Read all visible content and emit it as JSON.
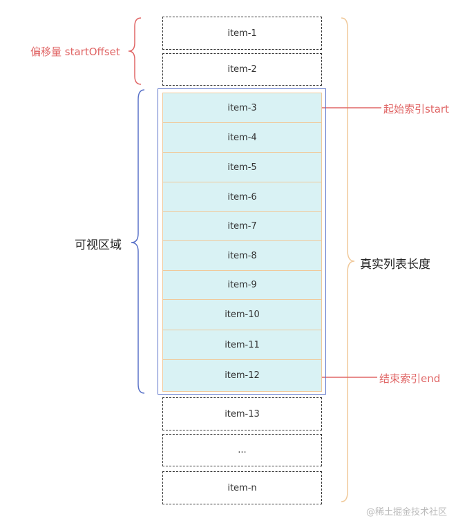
{
  "items": [
    {
      "label": "item-1",
      "style": "dashed"
    },
    {
      "label": "item-2",
      "style": "dashed"
    },
    {
      "label": "item-3",
      "style": "visible"
    },
    {
      "label": "item-4",
      "style": "visible"
    },
    {
      "label": "item-5",
      "style": "visible"
    },
    {
      "label": "item-6",
      "style": "visible"
    },
    {
      "label": "item-7",
      "style": "visible"
    },
    {
      "label": "item-8",
      "style": "visible"
    },
    {
      "label": "item-9",
      "style": "visible"
    },
    {
      "label": "item-10",
      "style": "visible"
    },
    {
      "label": "item-11",
      "style": "visible"
    },
    {
      "label": "item-12",
      "style": "visible"
    },
    {
      "label": "item-13",
      "style": "dashed"
    },
    {
      "label": "...",
      "style": "dashed"
    },
    {
      "label": "item-n",
      "style": "dashed"
    }
  ],
  "labels": {
    "offset": "偏移量 startOffset",
    "viewport": "可视区域",
    "total_length": "真实列表长度",
    "start_index": "起始索引start",
    "end_index": "结束索引end"
  },
  "watermark": "@稀土掘金技术社区",
  "colors": {
    "annotation_red": "#e06666",
    "viewport_blue": "#5a72c8",
    "total_orange": "#f0c99a",
    "visible_fill": "#d9f2f4",
    "dashed_border": "#333333"
  }
}
